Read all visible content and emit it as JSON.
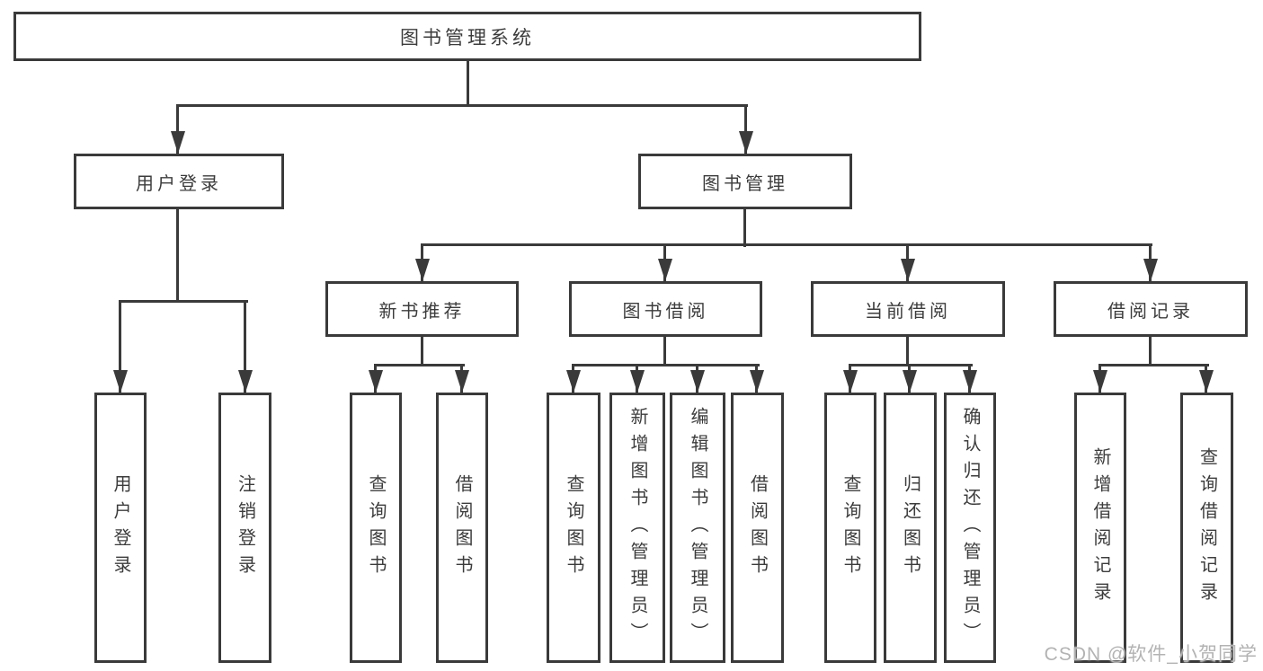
{
  "colors": {
    "line": "#3a3a3a",
    "text": "#3c3c3c",
    "background": "#ffffff",
    "watermark": "#b3b3b3"
  },
  "watermark": {
    "text": "CSDN @软件_小贺同学"
  },
  "tree": {
    "root": {
      "label": "图书管理系统"
    },
    "branches": [
      {
        "label": "用户登录",
        "children": [
          {
            "label": "用户登录"
          },
          {
            "label": "注销登录"
          }
        ]
      },
      {
        "label": "图书管理",
        "children": [
          {
            "label": "新书推荐",
            "children": [
              {
                "label": "查询图书"
              },
              {
                "label": "借阅图书"
              }
            ]
          },
          {
            "label": "图书借阅",
            "children": [
              {
                "label": "查询图书"
              },
              {
                "label": "新增图书（管理员）"
              },
              {
                "label": "编辑图书（管理员）"
              },
              {
                "label": "借阅图书"
              }
            ]
          },
          {
            "label": "当前借阅",
            "children": [
              {
                "label": "查询图书"
              },
              {
                "label": "归还图书"
              },
              {
                "label": "确认归还（管理员）"
              }
            ]
          },
          {
            "label": "借阅记录",
            "children": [
              {
                "label": "新增借阅记录"
              },
              {
                "label": "查询借阅记录"
              }
            ]
          }
        ]
      }
    ]
  }
}
